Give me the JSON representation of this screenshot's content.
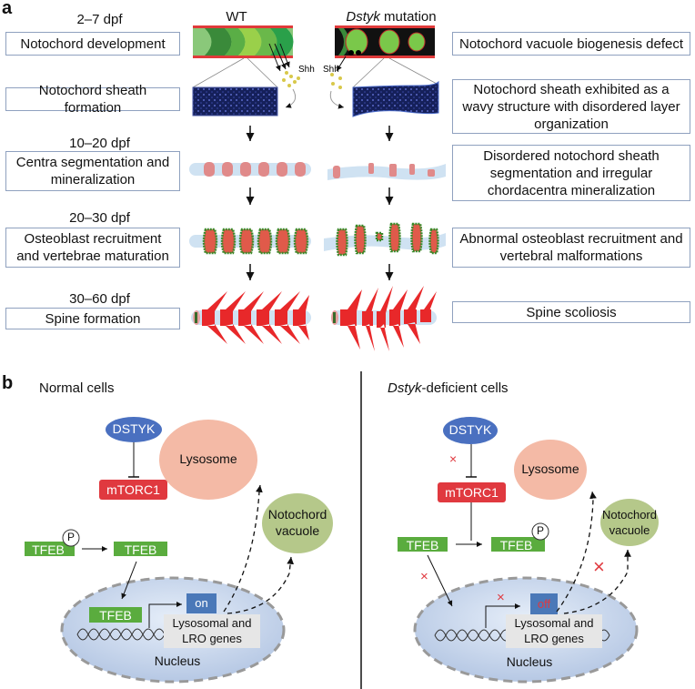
{
  "panel_a": {
    "letter": "a",
    "columns": {
      "wt": "WT",
      "mutant_italic": "Dstyk",
      "mutant_rest": " mutation"
    },
    "shh_label": "Shh",
    "stages": [
      {
        "time": "2–7 dpf",
        "process": "Notochord development",
        "defect": "Notochord vacuole biogenesis defect"
      },
      {
        "time": "",
        "process": "Notochord sheath formation",
        "defect": "Notochord sheath exhibited as a wavy structure with disordered layer organization"
      },
      {
        "time": "10–20 dpf",
        "process": "Centra segmentation and mineralization",
        "defect": "Disordered notochord sheath segmentation and irregular chordacentra mineralization"
      },
      {
        "time": "20–30 dpf",
        "process": "Osteoblast recruitment and vertebrae maturation",
        "defect": "Abnormal osteoblast recruitment and vertebral malformations"
      },
      {
        "time": "30–60 dpf",
        "process": "Spine formation",
        "defect": "Spine scoliosis"
      }
    ]
  },
  "panel_b": {
    "letter": "b",
    "normal": {
      "title": "Normal cells",
      "dstyk": "DSTYK",
      "mtorc1": "mTORC1",
      "lysosome": "Lysosome",
      "vacuole_line1": "Notochord",
      "vacuole_line2": "vacuole",
      "tfeb": "TFEB",
      "phospho": "P",
      "switch": "on",
      "genes_line1": "Lysosomal and",
      "genes_line2": "LRO genes",
      "nucleus": "Nucleus"
    },
    "deficient": {
      "title_italic": "Dstyk",
      "title_rest": "-deficient cells",
      "dstyk": "DSTYK",
      "mtorc1": "mTORC1",
      "lysosome": "Lysosome",
      "vacuole_line1": "Notochord",
      "vacuole_line2": "vacuole",
      "tfeb": "TFEB",
      "phospho": "P",
      "switch": "off",
      "genes_line1": "Lysosomal and",
      "genes_line2": "LRO genes",
      "nucleus": "Nucleus",
      "block_mark": "×"
    }
  },
  "colors": {
    "dstyk": "#4a70c0",
    "mtorc1": "#e0393f",
    "tfeb": "#5aac3e",
    "lysosome": "#f4baa6",
    "vacuole": "#b5c88a",
    "nucleus": "#c8d6ec",
    "switch_box": "#4a78b8",
    "off_text": "#e0393f",
    "block": "#e0393f"
  }
}
